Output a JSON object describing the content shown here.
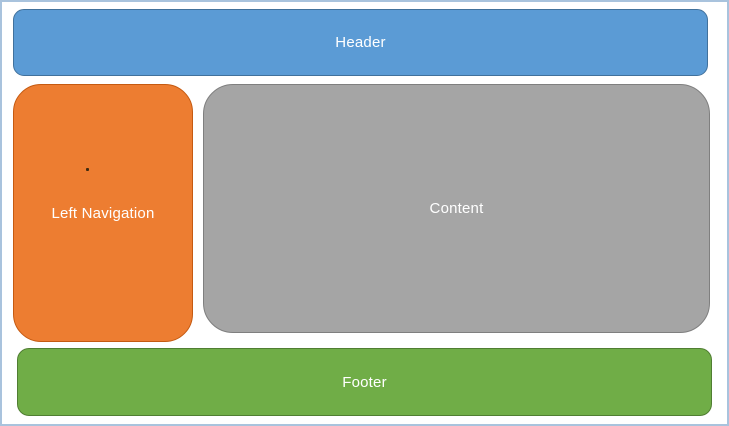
{
  "diagram": {
    "background": "#ffffff",
    "outer_border_color": "#a9c3dd",
    "text_color": "#ffffff",
    "regions": [
      {
        "name": "header",
        "label": "Header",
        "fill": "#5b9bd5",
        "stroke": "#41719c"
      },
      {
        "name": "left-navigation",
        "label": "Left Navigation",
        "fill": "#ed7d31",
        "stroke": "#c55a11"
      },
      {
        "name": "content",
        "label": "Content",
        "fill": "#a5a5a5",
        "stroke": "#7f7f7f"
      },
      {
        "name": "footer",
        "label": "Footer",
        "fill": "#70ad47",
        "stroke": "#507e32"
      }
    ]
  }
}
